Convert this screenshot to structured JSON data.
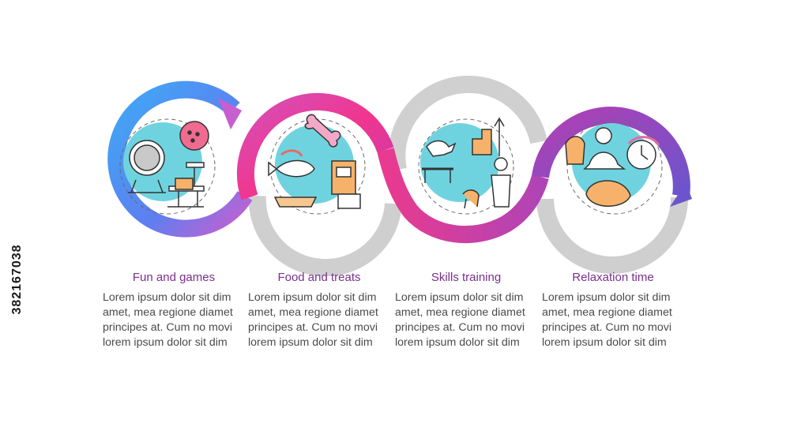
{
  "colors": {
    "step1": "#3aa0f0",
    "step2": "#e83a96",
    "step3": "#c6c6c6",
    "step4": "#7c4fc9",
    "icon_fill": "#6fd3df",
    "title": "#7b2f8f",
    "body": "#4a4a4a"
  },
  "steps": [
    {
      "title": "Fun and  games",
      "body": [
        "Lorem ipsum dolor sit dim",
        "amet, mea regione diamet",
        "principes at. Cum no movi",
        "lorem ipsum dolor sit dim"
      ],
      "icon": "hamster-wheel-ball-cat-tree-icon"
    },
    {
      "title": "Food and treats",
      "body": [
        "Lorem ipsum dolor sit dim",
        "amet, mea regione diamet",
        "principes at. Cum no movi",
        "lorem ipsum dolor sit dim"
      ],
      "icon": "bone-fish-pet-food-icon"
    },
    {
      "title": "Skills training",
      "body": [
        "Lorem ipsum dolor sit dim",
        "amet, mea regione diamet",
        "principes at. Cum no movi",
        "lorem ipsum dolor sit dim"
      ],
      "icon": "dog-agility-training-icon"
    },
    {
      "title": "Relaxation time",
      "body": [
        "Lorem ipsum dolor sit dim",
        "amet, mea regione diamet",
        "principes at. Cum no movi",
        "lorem ipsum dolor sit dim"
      ],
      "icon": "meditation-clock-sleeping-cat-icon"
    }
  ],
  "watermark_id": "382167038"
}
